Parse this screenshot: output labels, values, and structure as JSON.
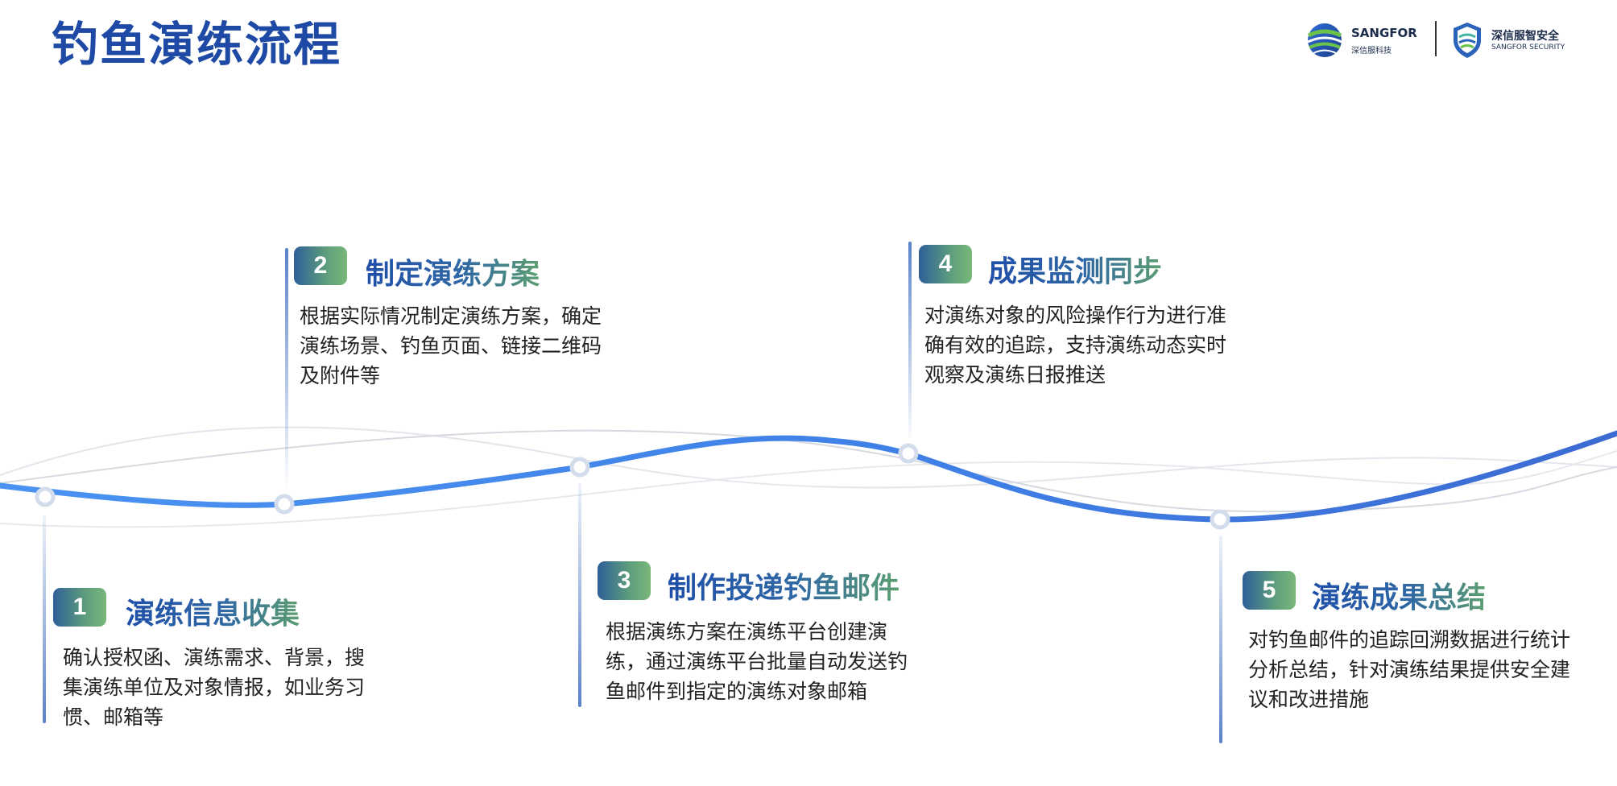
{
  "page": {
    "title": "钓鱼演练流程"
  },
  "logos": {
    "sangfor": {
      "name": "SANGFOR",
      "sub": "深信服科技"
    },
    "security": {
      "name": "深信服智安全",
      "sub": "SANGFOR SECURITY"
    }
  },
  "colors": {
    "title": "#1e4aa6",
    "curve": "#4a8ef0",
    "accent_green": "#79b77a"
  },
  "steps": [
    {
      "number": "1",
      "title": "演练信息收集",
      "desc": "确认授权函、演练需求、背景，搜集演练单位及对象情报，如业务习惯、邮箱等"
    },
    {
      "number": "2",
      "title": "制定演练方案",
      "desc": "根据实际情况制定演练方案，确定演练场景、钓鱼页面、链接二维码及附件等"
    },
    {
      "number": "3",
      "title": "制作投递钓鱼邮件",
      "desc": "根据演练方案在演练平台创建演练，通过演练平台批量自动发送钓鱼邮件到指定的演练对象邮箱"
    },
    {
      "number": "4",
      "title": "成果监测同步",
      "desc": "对演练对象的风险操作行为进行准确有效的追踪，支持演练动态实时观察及演练日报推送"
    },
    {
      "number": "5",
      "title": "演练成果总结",
      "desc": "对钓鱼邮件的追踪回溯数据进行统计分析总结，针对演练结果提供安全建议和改进措施"
    }
  ]
}
